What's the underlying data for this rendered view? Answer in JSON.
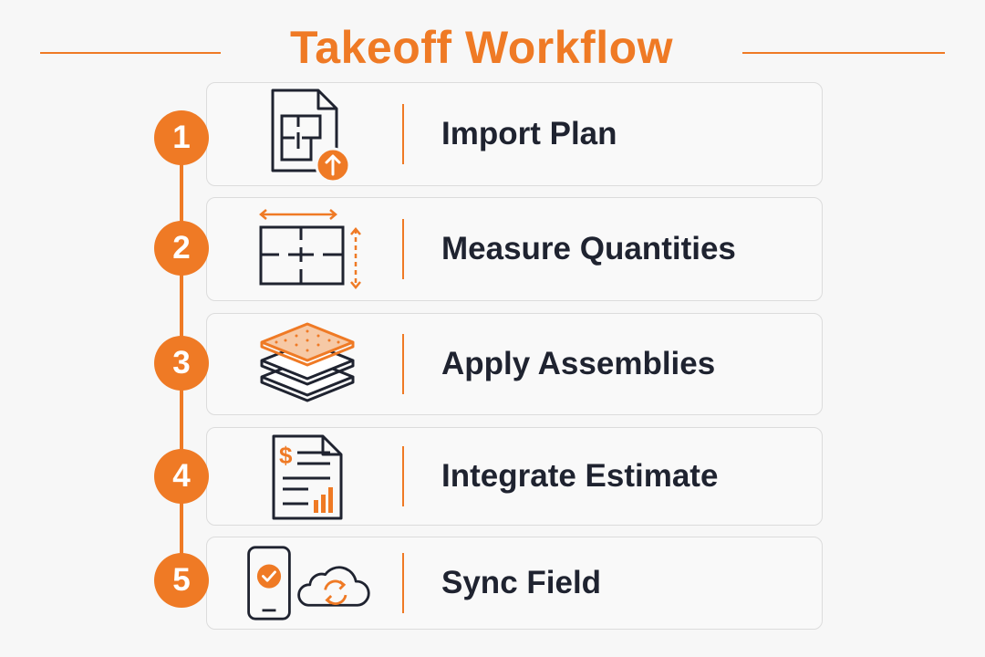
{
  "title": "Takeoff Workflow",
  "colors": {
    "accent": "#ef7a25",
    "text": "#1f2330",
    "card_border": "#dcdcdc",
    "background": "#f7f7f7"
  },
  "steps": [
    {
      "number": "1",
      "label": "Import Plan",
      "icon": "floor-plan-upload-icon"
    },
    {
      "number": "2",
      "label": "Measure Quantities",
      "icon": "measured-floor-plan-icon"
    },
    {
      "number": "3",
      "label": "Apply Assemblies",
      "icon": "stacked-layers-icon"
    },
    {
      "number": "4",
      "label": "Integrate Estimate",
      "icon": "estimate-document-icon"
    },
    {
      "number": "5",
      "label": "Sync Field",
      "icon": "phone-cloud-sync-icon"
    }
  ]
}
